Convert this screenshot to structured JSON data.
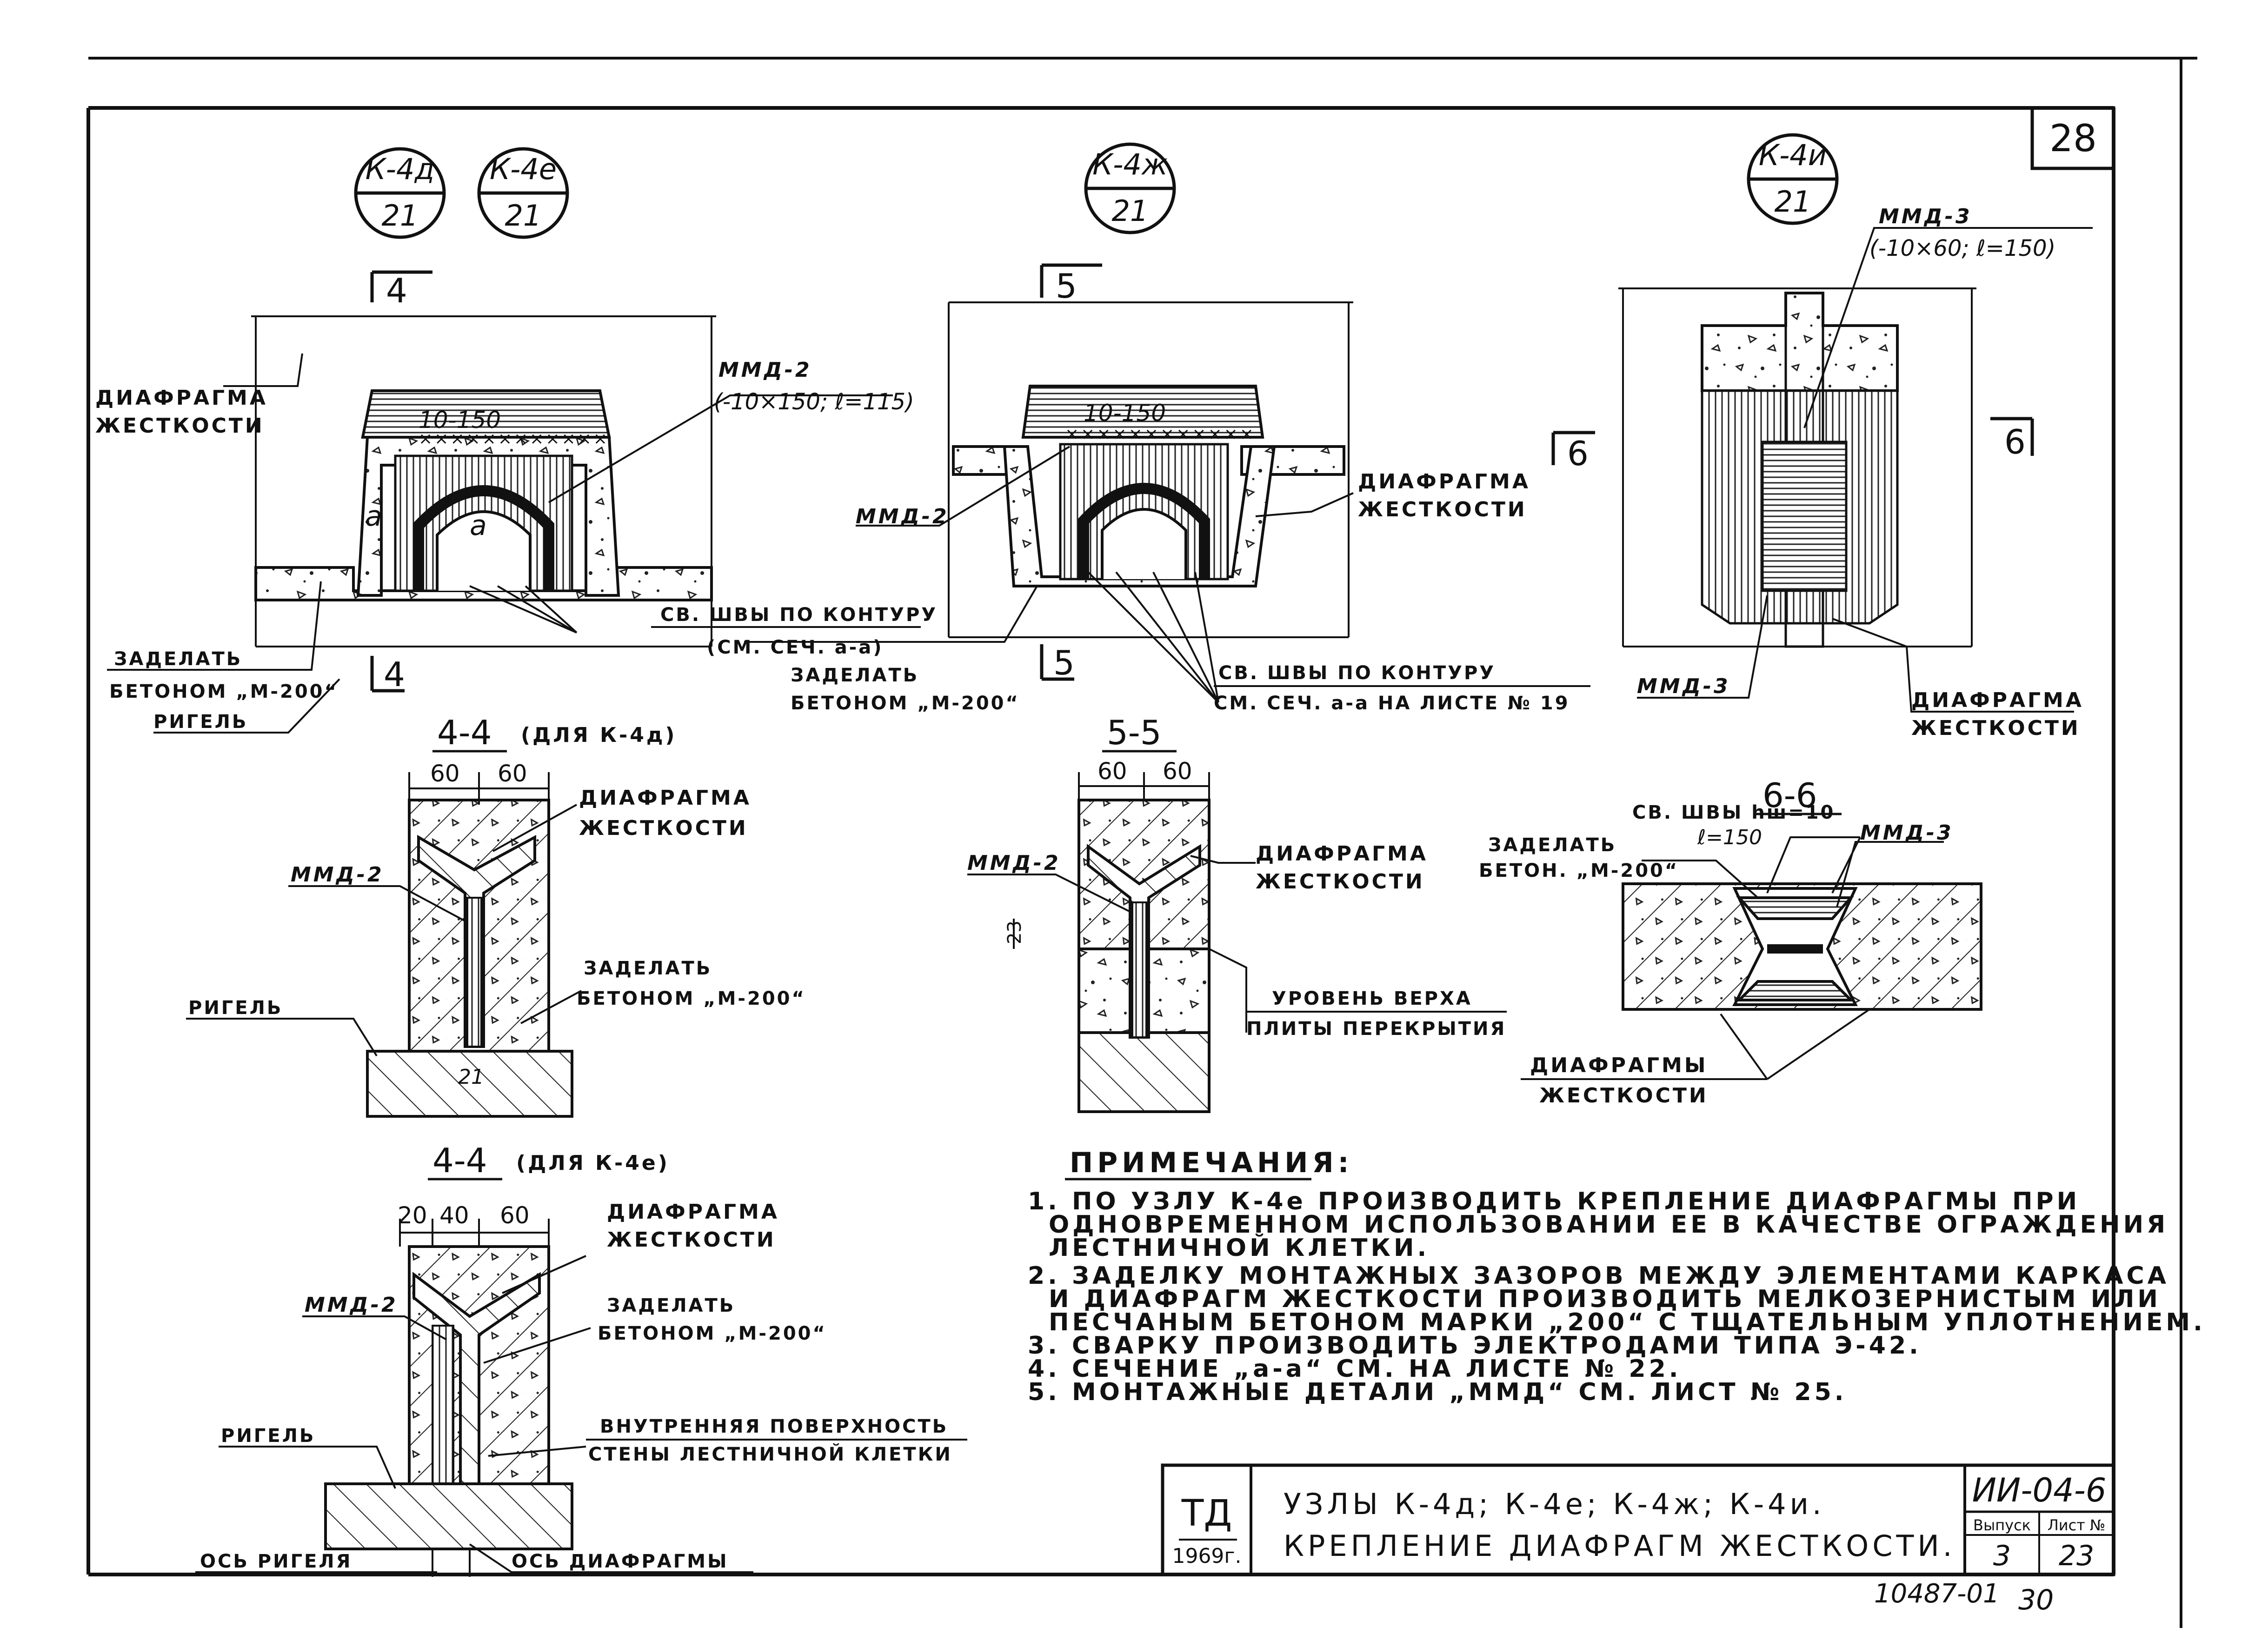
{
  "sheet": {
    "page_number": "28",
    "archive_number": "10487-01",
    "archive_page": "30"
  },
  "callouts": {
    "k4d": {
      "top": "К-4д",
      "bottom": "21"
    },
    "k4e": {
      "top": "К-4е",
      "bottom": "21"
    },
    "k4zh": {
      "top": "К-4ж",
      "bottom": "21"
    },
    "k4i": {
      "top": "К-4и",
      "bottom": "21"
    }
  },
  "node1": {
    "cut_top": "4",
    "cut_bottom": "4",
    "label_diaphragm": [
      "ДИАФРАГМА",
      "ЖЕСТКОСТИ"
    ],
    "label_mmd": [
      "ММД-2",
      "(-10×150; ℓ=115)"
    ],
    "label_plate": "10-150",
    "label_a_left": "а",
    "label_a_center": "а",
    "label_welds": [
      "СВ. ШВЫ ПО КОНТУРУ",
      "(СМ. СЕЧ. а-а)"
    ],
    "label_fill": [
      "ЗАДЕЛАТЬ",
      "БЕТОНОМ „М-200“"
    ],
    "label_beam": "РИГЕЛЬ"
  },
  "node2": {
    "cut_top": "5",
    "cut_bottom": "5",
    "label_plate": "10-150",
    "label_mmd": "ММД-2",
    "label_diaphragm": [
      "ДИАФРАГМА",
      "ЖЕСТКОСТИ"
    ],
    "label_fill": [
      "ЗАДЕЛАТЬ",
      "БЕТОНОМ „М-200“"
    ],
    "label_welds": [
      "СВ. ШВЫ ПО КОНТУРУ",
      "СМ. СЕЧ. а-а НА ЛИСТЕ № 19"
    ]
  },
  "node3": {
    "cut_left": "6",
    "cut_right": "6",
    "label_mmd_top": [
      "ММД-3",
      "(-10×60; ℓ=150)"
    ],
    "label_mmd_bottom": "ММД-3",
    "label_diaphragm": [
      "ДИАФРАГМА",
      "ЖЕСТКОСТИ"
    ]
  },
  "section44d": {
    "title": "4-4",
    "subtitle": "(ДЛЯ К-4д)",
    "dims": [
      "60",
      "60"
    ],
    "dim_bottom": "21",
    "label_diaphragm": [
      "ДИАФРАГМА",
      "ЖЕСТКОСТИ"
    ],
    "label_mmd": "ММД-2",
    "label_fill": [
      "ЗАДЕЛАТЬ",
      "БЕТОНОМ „М-200“"
    ],
    "label_beam": "РИГЕЛЬ"
  },
  "section55": {
    "title": "5-5",
    "dims": [
      "60",
      "60"
    ],
    "dim_side": "23",
    "label_mmd": "ММД-2",
    "label_diaphragm": [
      "ДИАФРАГМА",
      "ЖЕСТКОСТИ"
    ],
    "label_level": [
      "УРОВЕНЬ ВЕРХА",
      "ПЛИТЫ ПЕРЕКРЫТИЯ"
    ]
  },
  "section66": {
    "title": "6-6",
    "label_welds": [
      "СВ. ШВЫ hш=10",
      "ℓ=150"
    ],
    "label_fill": [
      "ЗАДЕЛАТЬ",
      "БЕТОН. „М-200“"
    ],
    "label_mmd": "ММД-3",
    "label_diaphragms": [
      "ДИАФРАГМЫ",
      "ЖЕСТКОСТИ"
    ]
  },
  "section44e": {
    "title": "4-4",
    "subtitle": "(ДЛЯ К-4е)",
    "dims": [
      "20",
      "40",
      "60"
    ],
    "label_diaphragm": [
      "ДИАФРАГМА",
      "ЖЕСТКОСТИ"
    ],
    "label_mmd": "ММД-2",
    "label_fill": [
      "ЗАДЕЛАТЬ",
      "БЕТОНОМ „М-200“"
    ],
    "label_inner": [
      "ВНУТРЕННЯЯ ПОВЕРХНОСТЬ",
      "СТЕНЫ ЛЕСТНИЧНОЙ КЛЕТКИ"
    ],
    "label_beam": "РИГЕЛЬ",
    "label_axis_beam": "ОСЬ РИГЕЛЯ",
    "label_axis_diaphragm": "ОСЬ ДИАФРАГМЫ"
  },
  "notes": {
    "heading": "ПРИМЕЧАНИЯ:",
    "lines": [
      "1. ПО УЗЛУ К-4е ПРОИЗВОДИТЬ КРЕПЛЕНИЕ ДИАФРАГМЫ ПРИ",
      "ОДНОВРЕМЕННОМ ИСПОЛЬЗОВАНИИ ЕЕ В КАЧЕСТВЕ ОГРАЖДЕНИЯ",
      "ЛЕСТНИЧНОЙ КЛЕТКИ.",
      "2. ЗАДЕЛКУ МОНТАЖНЫХ ЗАЗОРОВ МЕЖДУ ЭЛЕМЕНТАМИ КАРКАСА",
      "И ДИАФРАГМ ЖЕСТКОСТИ ПРОИЗВОДИТЬ МЕЛКОЗЕРНИСТЫМ ИЛИ",
      "ПЕСЧАНЫМ БЕТОНОМ МАРКИ „200“ С ТЩАТЕЛЬНЫМ УПЛОТНЕНИЕМ.",
      "3. СВАРКУ ПРОИЗВОДИТЬ ЭЛЕКТРОДАМИ ТИПА Э-42.",
      "4. СЕЧЕНИЕ „а-а“ СМ. НА ЛИСТЕ № 22.",
      "5. МОНТАЖНЫЕ ДЕТАЛИ „ММД“ СМ. ЛИСТ № 25."
    ]
  },
  "stamp": {
    "org": "ТД",
    "year": "1969г.",
    "title_line1": "УЗЛЫ К-4д; К-4е; К-4ж; К-4и.",
    "title_line2": "КРЕПЛЕНИЕ ДИАФРАГМ ЖЕСТКОСТИ.",
    "series": "ИИ-04-6",
    "issue_label": "Выпуск",
    "issue_value": "3",
    "sheet_label": "Лист №",
    "sheet_value": "23"
  }
}
